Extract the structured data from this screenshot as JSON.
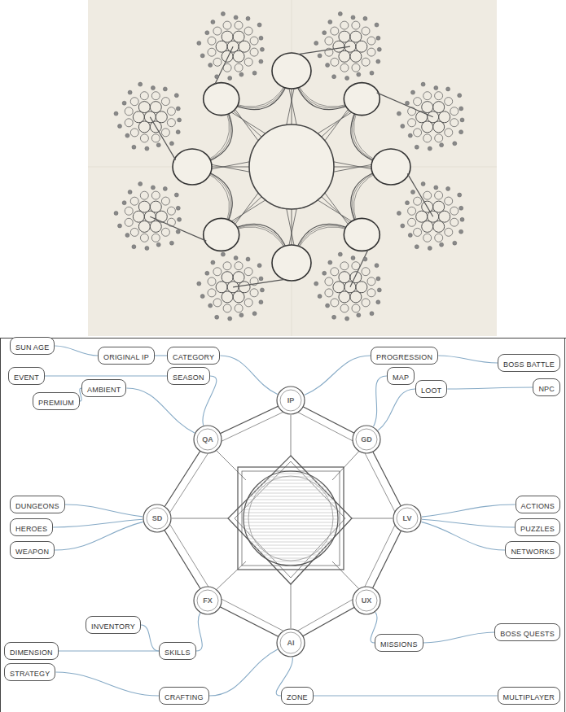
{
  "diagram": {
    "nodes": [
      {
        "text": [
          "IP"
        ]
      },
      {
        "text": [
          "GD"
        ]
      },
      {
        "text": [
          "LV"
        ]
      },
      {
        "text": [
          "UX"
        ]
      },
      {
        "text": [
          "AI"
        ]
      },
      {
        "text": [
          "FX"
        ]
      },
      {
        "text": [
          "SD"
        ]
      },
      {
        "text": [
          "QA"
        ]
      },
      {
        "text": [
          "SUN AGE"
        ]
      },
      {
        "text": [
          "ORIGINAL IP"
        ]
      },
      {
        "text": [
          "CATEGORY"
        ]
      },
      {
        "text": [
          "EVENT"
        ]
      },
      {
        "text": [
          "SEASON"
        ]
      },
      {
        "text": [
          "AMBIENT"
        ]
      },
      {
        "text": [
          "PREMIUM"
        ]
      },
      {
        "text": [
          "PROGRESSION"
        ]
      },
      {
        "text": [
          "BOSS BATTLE"
        ]
      },
      {
        "text": [
          "MAP"
        ]
      },
      {
        "text": [
          "LOOT"
        ]
      },
      {
        "text": [
          "NPC"
        ]
      },
      {
        "text": [
          "DUNGEONS"
        ]
      },
      {
        "text": [
          "HEROES"
        ]
      },
      {
        "text": [
          "WEAPON"
        ]
      },
      {
        "text": [
          "ACTIONS"
        ]
      },
      {
        "text": [
          "PUZZLES"
        ]
      },
      {
        "text": [
          "NETWORKS"
        ]
      },
      {
        "text": [
          "INVENTORY"
        ]
      },
      {
        "text": [
          "DIMENSION"
        ]
      },
      {
        "text": [
          "SKILLS"
        ]
      },
      {
        "text": [
          "STRATEGY"
        ]
      },
      {
        "text": [
          "CRAFTING"
        ]
      },
      {
        "text": [
          "MISSIONS"
        ]
      },
      {
        "text": [
          "BOSS QUESTS"
        ]
      },
      {
        "text": [
          "ZONE"
        ]
      },
      {
        "text": [
          "MULTIPLAYER"
        ]
      }
    ],
    "edges": [
      {
        "from": 8,
        "to": 9,
        "arrow": "none"
      },
      {
        "from": 9,
        "to": 10,
        "arrow": "none"
      },
      {
        "from": 10,
        "to": 0,
        "arrow": "none"
      },
      {
        "from": 11,
        "to": 12,
        "arrow": "none"
      },
      {
        "from": 12,
        "to": 7,
        "arrow": "none"
      },
      {
        "from": 14,
        "to": 13,
        "arrow": "none"
      },
      {
        "from": 13,
        "to": 7,
        "arrow": "none"
      },
      {
        "from": 16,
        "to": 15,
        "arrow": "none"
      },
      {
        "from": 15,
        "to": 0,
        "arrow": "none"
      },
      {
        "from": 19,
        "to": 18,
        "arrow": "none"
      },
      {
        "from": 18,
        "to": 1,
        "arrow": "none"
      },
      {
        "from": 17,
        "to": 1,
        "arrow": "none"
      },
      {
        "from": 20,
        "to": 6,
        "arrow": "none"
      },
      {
        "from": 21,
        "to": 6,
        "arrow": "none"
      },
      {
        "from": 22,
        "to": 6,
        "arrow": "none"
      },
      {
        "from": 23,
        "to": 2,
        "arrow": "none"
      },
      {
        "from": 24,
        "to": 2,
        "arrow": "none"
      },
      {
        "from": 25,
        "to": 2,
        "arrow": "none"
      },
      {
        "from": 26,
        "to": 28,
        "arrow": "none"
      },
      {
        "from": 27,
        "to": 28,
        "arrow": "none"
      },
      {
        "from": 28,
        "to": 5,
        "arrow": "none"
      },
      {
        "from": 29,
        "to": 30,
        "arrow": "none"
      },
      {
        "from": 30,
        "to": 4,
        "arrow": "none"
      },
      {
        "from": 31,
        "to": 3,
        "arrow": "none"
      },
      {
        "from": 32,
        "to": 31,
        "arrow": "none"
      },
      {
        "from": 33,
        "to": 4,
        "arrow": "none"
      },
      {
        "from": 34,
        "to": 33,
        "arrow": "none"
      }
    ]
  }
}
